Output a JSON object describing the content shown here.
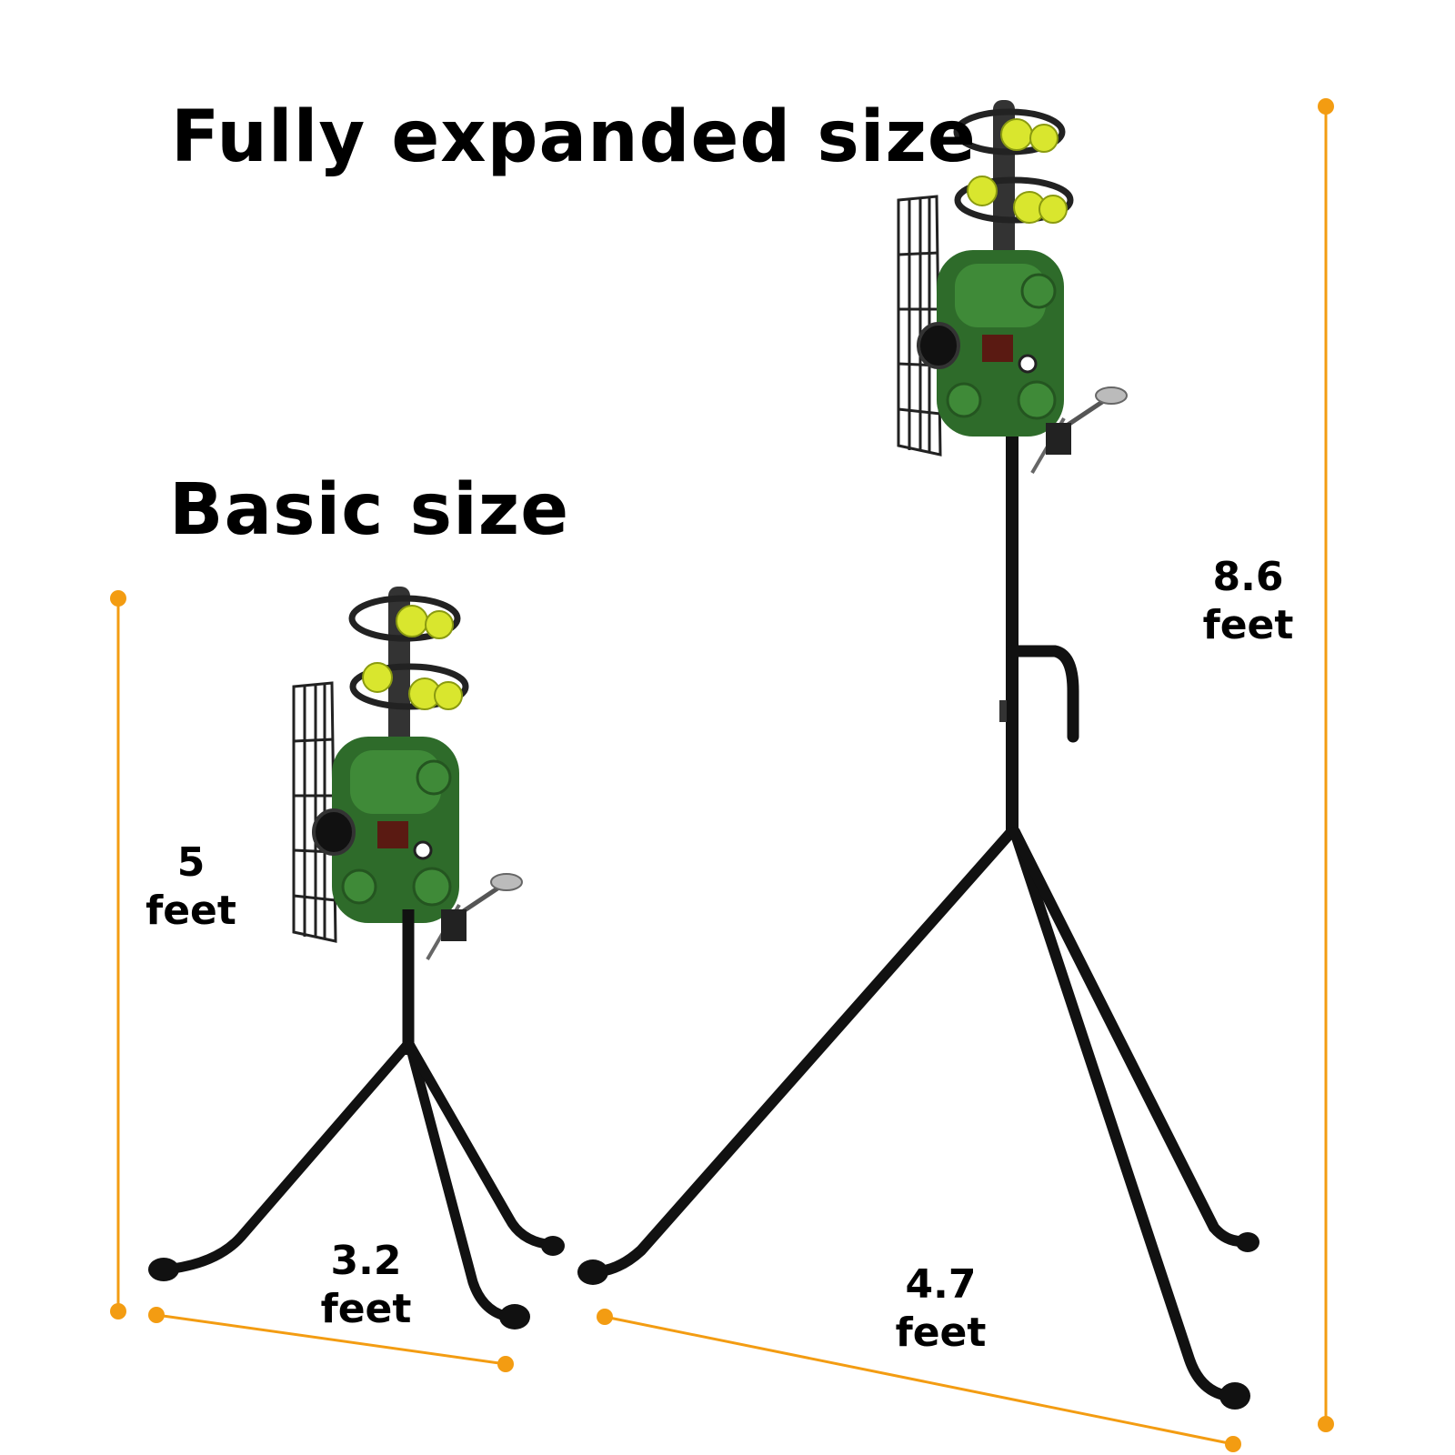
{
  "headings": {
    "expanded": "Fully expanded size",
    "basic": "Basic size"
  },
  "dimensions": {
    "basic_height": {
      "value": "5",
      "unit": "feet"
    },
    "basic_width": {
      "value": "3.2",
      "unit": "feet"
    },
    "expanded_height": {
      "value": "8.6",
      "unit": "feet"
    },
    "expanded_width": {
      "value": "4.7",
      "unit": "feet"
    }
  },
  "colors": {
    "dimension_line": "#F39C12",
    "frame": "#111111",
    "machine_body": "#2E6B2A",
    "machine_highlight": "#3F8A38",
    "tennis_ball": "#D9E62E",
    "text": "#000000"
  }
}
